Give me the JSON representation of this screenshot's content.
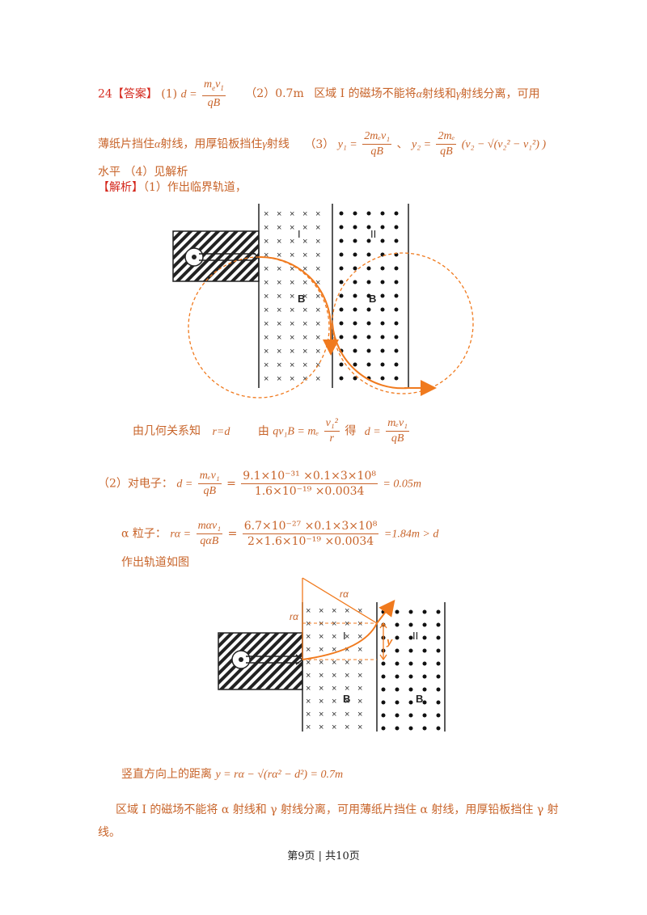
{
  "answer": {
    "label": "24【答案】",
    "p1_tag": "(1)",
    "p1_formula_lhs": "d =",
    "p1_num": "m",
    "p1_num_sub": "e",
    "p1_num_v": "v",
    "p1_num_v_sub": "1",
    "p1_den": "qB",
    "p2_tag": "（2）0.7m",
    "p2_text": "区域 I 的磁场不能将",
    "p2_text_b": "射线和",
    "p2_text_c": "射线分离，可用",
    "line2_a": "薄纸片挡住",
    "line2_b": "射线，用厚铅板挡住",
    "line2_c": "射线",
    "p3_tag": "（3）",
    "p3_y1": "y₁ =",
    "p3_y1_num": "2mₑv₁",
    "p3_y1_den": "qB",
    "p3_sep": "、",
    "p3_y2": "y₂ =",
    "p3_y2_num": "2mₑ",
    "p3_y2_den": "qB",
    "p3_y2_tail": "(v₂ − √(v₂² − v₁²) )",
    "line3": "水平 （4）见解析"
  },
  "analysis": {
    "label": "【解析】",
    "p1": "（1）作出临界轨道，",
    "geom": "由几何关系知",
    "geom_eq": "r=d",
    "from": "由",
    "force_lhs": "qv₁B = mₑ",
    "force_num": "v₁²",
    "force_den": "r",
    "get": "得",
    "d_lhs": "d =",
    "d_num": "mₑv₁",
    "d_den": "qB",
    "p2_tag": "（2）对电子：",
    "p2_lhs": "d =",
    "p2_f1_num": "mₑv₁",
    "p2_f1_den": "qB",
    "p2_f2_num": "9.1×10⁻³¹ ×0.1×3×10⁸",
    "p2_f2_den": "1.6×10⁻¹⁹ ×0.0034",
    "p2_result": "= 0.05m",
    "alpha_tag": "α 粒子：",
    "alpha_lhs": "rα =",
    "alpha_f1_num": "mαv₁",
    "alpha_f1_den": "qαB",
    "alpha_f2_num": "6.7×10⁻²⁷ ×0.1×3×10⁸",
    "alpha_f2_den": "2×1.6×10⁻¹⁹ ×0.0034",
    "alpha_result": "=1.84m > d",
    "draw": "作出轨道如图",
    "vertical": "竖直方向上的距离",
    "vertical_eq": "y = rα − √(rα² − d²) = 0.7m",
    "conclusion_1": "区域 I 的磁场不能将 α 射线和 γ 射线分离，可用薄纸片挡住 α 射线，用厚铅板挡住 γ 射",
    "conclusion_2": "线。"
  },
  "figure1": {
    "region1": "I",
    "region2": "II",
    "b1": "B",
    "b2": "B"
  },
  "figure2": {
    "region1": "I",
    "region2": "II",
    "b1": "B",
    "b2": "B",
    "r_label": "rα",
    "r_label2": "rα",
    "y_label": "y"
  },
  "symbols": {
    "alpha": "α",
    "gamma": "γ"
  },
  "footer": "第9页 | 共10页",
  "colors": {
    "accent": "#c8642a",
    "orange": "#f07a1e",
    "red": "#d4261b"
  }
}
